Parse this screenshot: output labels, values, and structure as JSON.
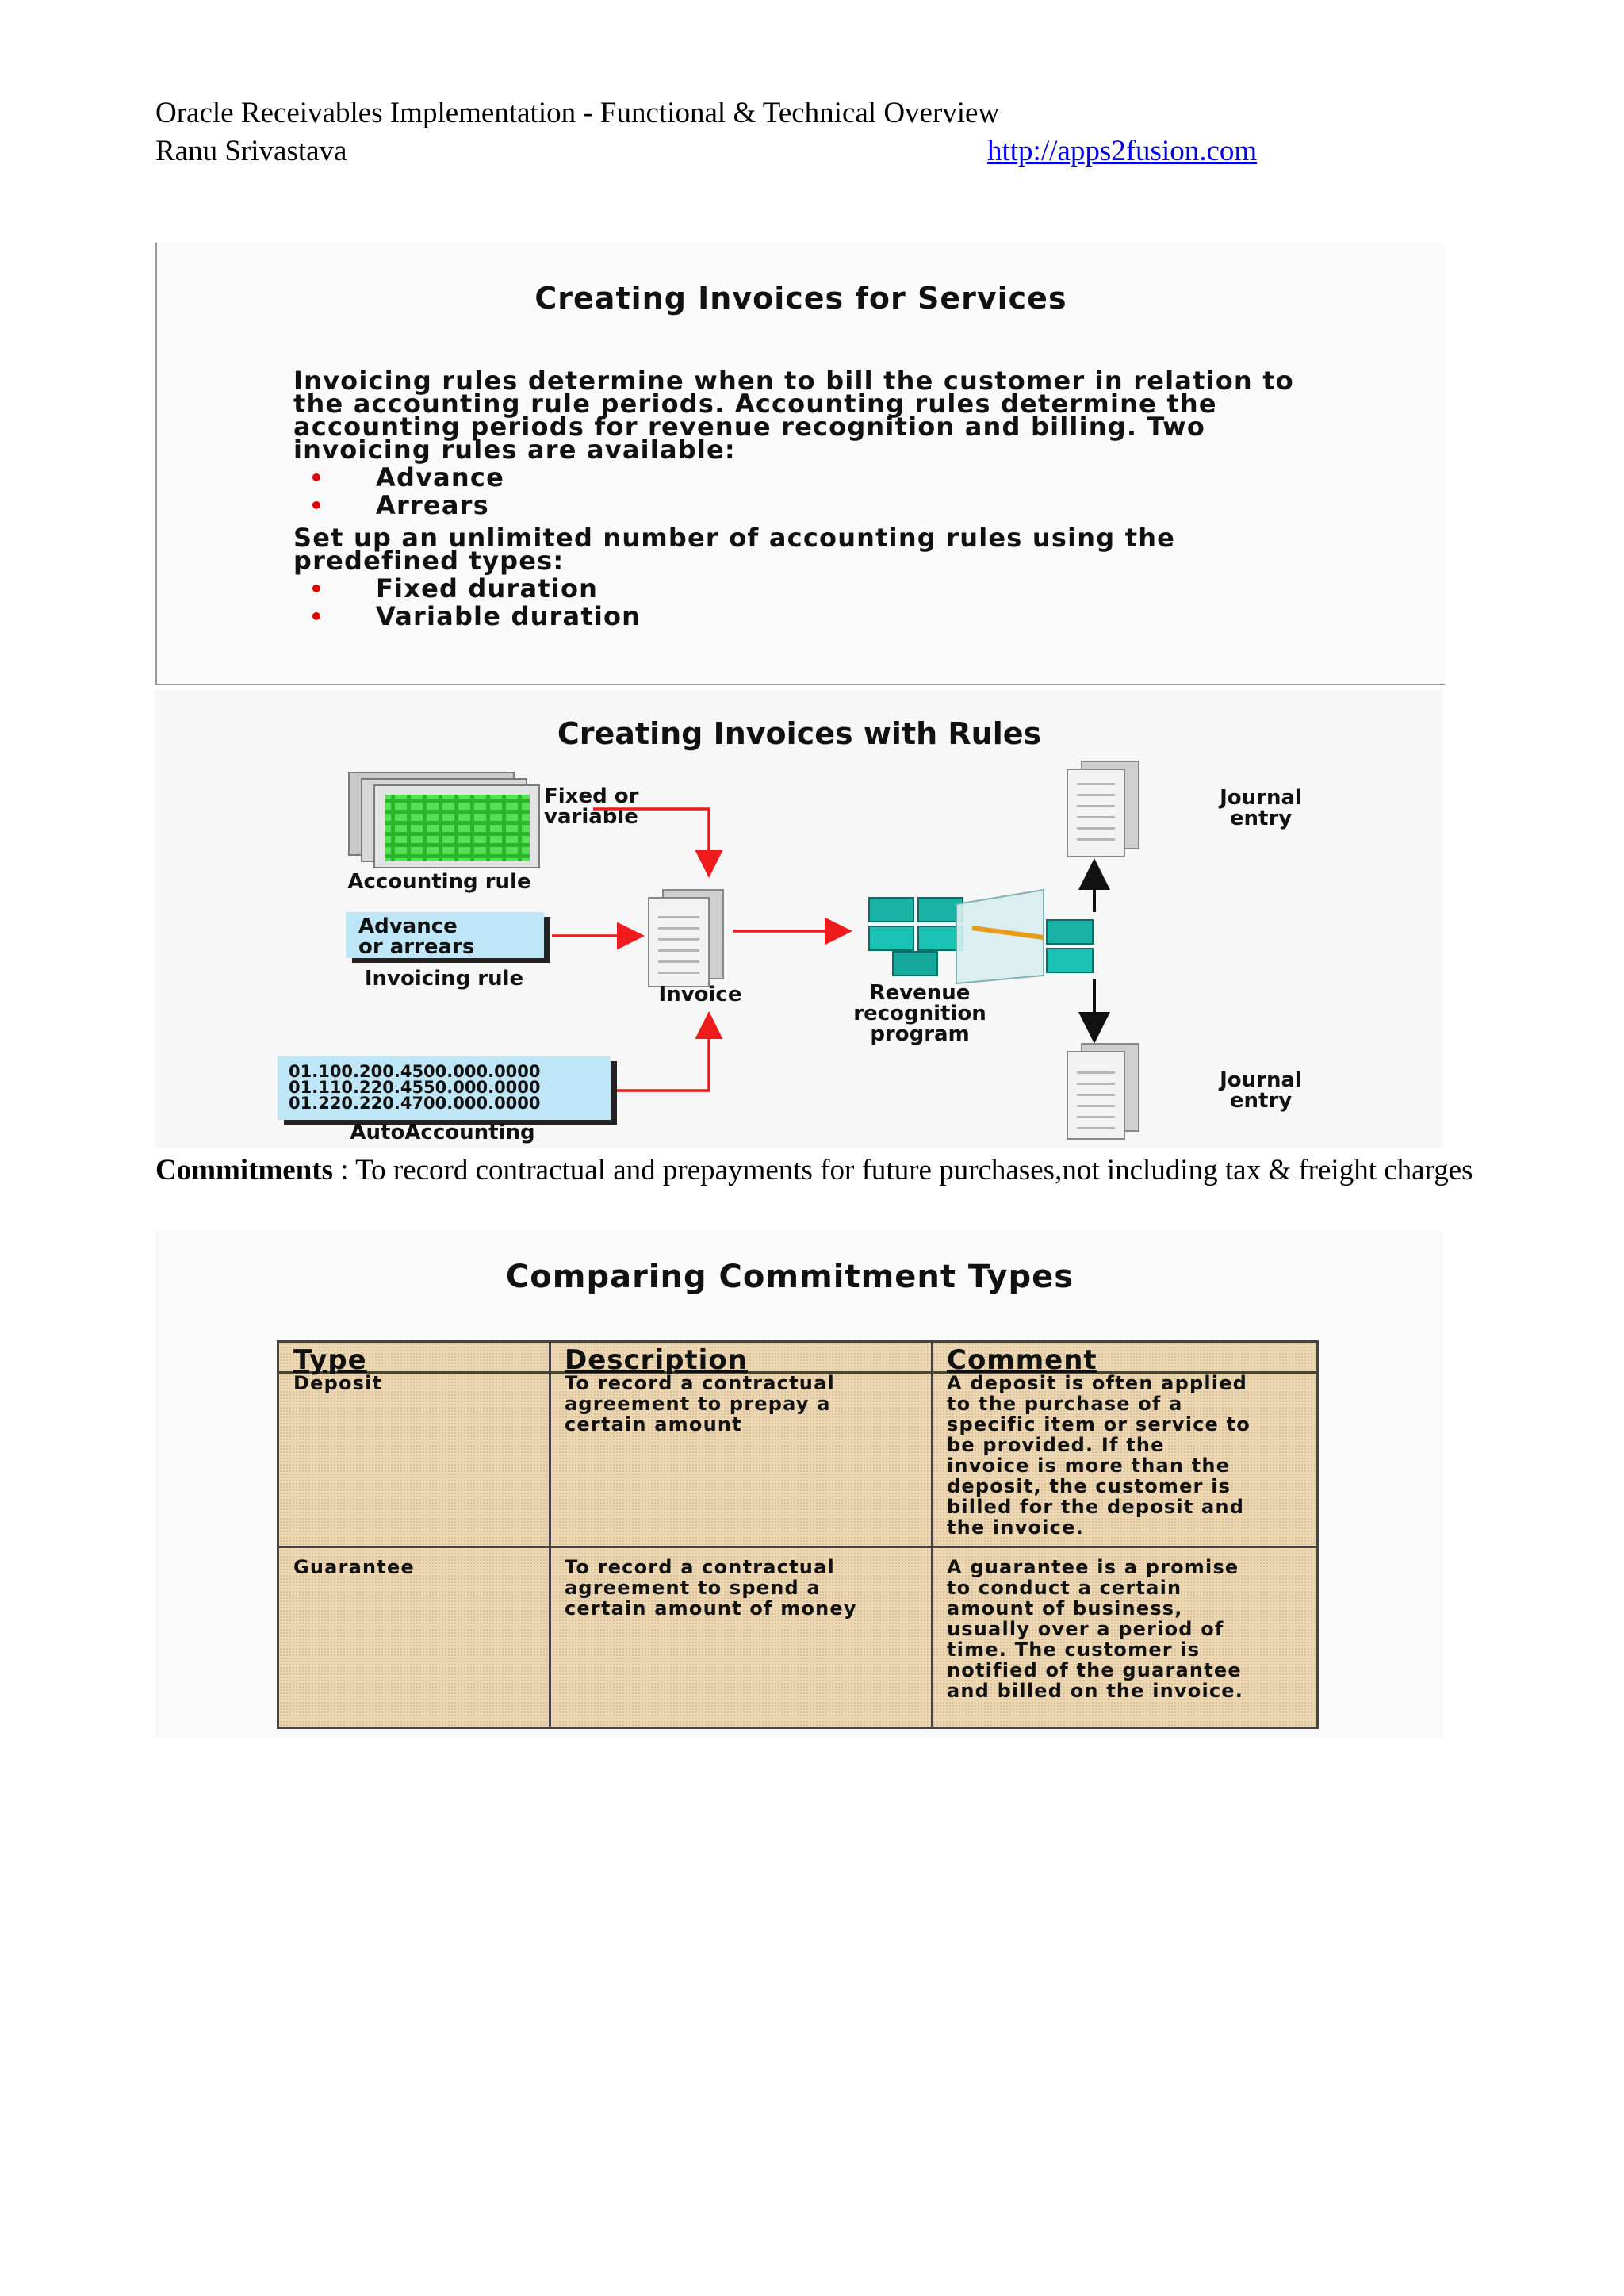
{
  "header": {
    "title": "Oracle Receivables Implementation - Functional & Technical Overview",
    "author": "Ranu Srivastava",
    "link": "http://apps2fusion.com"
  },
  "slide1": {
    "title": "Creating Invoices for Services",
    "intro": "Invoicing rules determine when to bill the customer in relation to the accounting rule periods. Accounting rules determine the accounting periods for revenue recognition and billing. Two invoicing rules are available:",
    "invoicing_rules": [
      "Advance",
      "Arrears"
    ],
    "setup_text": "Set up an unlimited number of accounting rules using the predefined types:",
    "accounting_types": [
      "Fixed duration",
      "Variable duration"
    ],
    "bullet_glyph": "•"
  },
  "slide2": {
    "title": "Creating Invoices with Rules",
    "fixed_line1": "Fixed or",
    "fixed_line2": "variable",
    "accounting_rule": "Accounting rule",
    "advance_line1": "Advance",
    "advance_line2": "or arrears",
    "invoicing_rule": "Invoicing rule",
    "invoice": "Invoice",
    "revenue_line1": "Revenue",
    "revenue_line2": "recognition",
    "revenue_line3": "program",
    "journal1_line1": "Journal",
    "journal1_line2": "entry",
    "journal2_line1": "Journal",
    "journal2_line2": "entry",
    "acct_codes": [
      "01.100.200.4500.000.0000",
      "01.110.220.4550.000.0000",
      "01.220.220.4700.000.0000"
    ],
    "autoaccounting": "AutoAccounting",
    "colors": {
      "arrow": "#ee1c1c",
      "accent_green": "#33cc33",
      "accent_teal": "#19b3a6",
      "label_blue": "#bfe6f7"
    }
  },
  "commitments": {
    "term": "Commitments",
    "text": " : To record contractual and prepayments for future purchases,not including tax & freight charges"
  },
  "slide3": {
    "title": "Comparing Commitment Types",
    "headers": [
      "Type",
      "Description",
      "Comment"
    ],
    "rows": [
      {
        "type": "Deposit",
        "description": [
          "To record a contractual",
          "agreement to prepay a",
          "certain amount"
        ],
        "comment": [
          "A deposit is often applied",
          "to the purchase of a",
          "specific item or service to",
          "be provided. If the",
          "invoice is more than the",
          "deposit, the customer is",
          "billed for the deposit and",
          "the invoice."
        ]
      },
      {
        "type": "Guarantee",
        "description": [
          "To record a contractual",
          "agreement to spend a",
          "certain amount of money"
        ],
        "comment": [
          "A guarantee is a promise",
          "to conduct a certain",
          "amount of business,",
          "usually over a period of",
          "time. The customer is",
          "notified of the guarantee",
          "and billed on the invoice."
        ]
      }
    ]
  }
}
